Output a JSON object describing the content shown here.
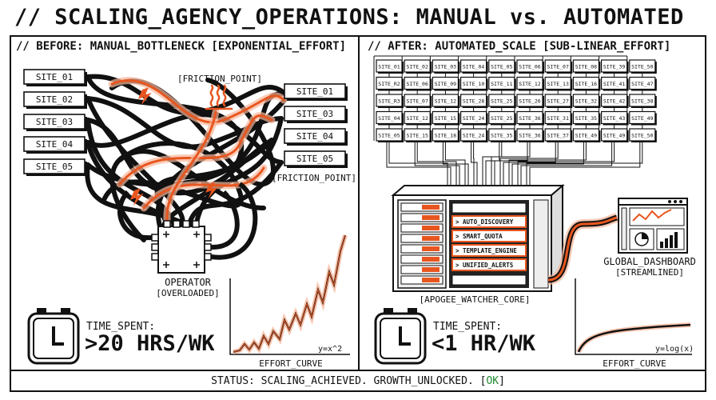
{
  "title": "// SCALING_AGENCY_OPERATIONS: MANUAL vs. AUTOMATED",
  "before": {
    "heading": "// BEFORE: MANUAL_BOTTLENECK [EXPONENTIAL_EFFORT]",
    "left_sites": [
      "SITE_01",
      "SITE_02",
      "SITE_03",
      "SITE_04",
      "SITE_05"
    ],
    "right_sites": [
      "SITE_01",
      "SITE_03",
      "SITE_04",
      "SITE_05"
    ],
    "friction_top": "[FRICTION_POINT]",
    "friction_right": "[FRICTION_POINT]",
    "operator": "OPERATOR",
    "operator_state": "[OVERLOADED]",
    "time_label": "TIME_SPENT:",
    "time_value": ">20 HRS/WK",
    "curve_formula": "y=x^2",
    "curve_label": "EFFORT_CURVE"
  },
  "after": {
    "heading": "// AFTER: AUTOMATED_SCALE [SUB-LINEAR_EFFORT]",
    "site_grid": [
      [
        "SITE_01",
        "SITE_02",
        "SITE_03",
        "SITE_04",
        "SITE_05",
        "SITE_06",
        "SITE_07",
        "SITE_08",
        "SITE_39",
        "SITE_50"
      ],
      [
        "SITE_R2",
        "SITE_06",
        "SITE_09",
        "SITE_10",
        "SITE_11",
        "SITE_12",
        "SITE_13",
        "SITE_16",
        "SITE_41",
        "SITE_47"
      ],
      [
        "SITE_R3",
        "SITE_07",
        "SITE_12",
        "SITE_28",
        "SITE_25",
        "SITE_26",
        "SITE_27",
        "SITE_32",
        "SITE_42",
        "SITE_38"
      ],
      [
        "SITE_04",
        "SITE_12",
        "SITE_15",
        "SITE_24",
        "SITE_25",
        "SITE_36",
        "SITE_31",
        "SITE_35",
        "SITE_43",
        "SITE_49"
      ],
      [
        "SITE_05",
        "SITE_15",
        "SITE_18",
        "SITE_24",
        "SITE_35",
        "SITE_36",
        "SITE_37",
        "SITE_49",
        "SITE_49",
        "SITE_50"
      ]
    ],
    "modules": [
      "> AUTO_DISCOVERY",
      "> SMART_QUOTA",
      "> TEMPLATE_ENGINE",
      "> UNIFIED_ALERTS"
    ],
    "core_label": "[APOGEE_WATCHER_CORE]",
    "dashboard": "GLOBAL_DASHBOARD",
    "dashboard_state": "[STREAMLINED]",
    "time_label": "TIME_SPENT:",
    "time_value": "<1 HR/WK",
    "curve_formula": "y=log(x)",
    "curve_label": "EFFORT_CURVE"
  },
  "status": {
    "text": "STATUS: SCALING_ACHIEVED. GROWTH_UNLOCKED. [",
    "ok": "OK",
    "close": "]"
  },
  "colors": {
    "accent": "#e8561f",
    "ink": "#111111",
    "ok": "#1f8a2e",
    "glow": "#f7b79a"
  }
}
